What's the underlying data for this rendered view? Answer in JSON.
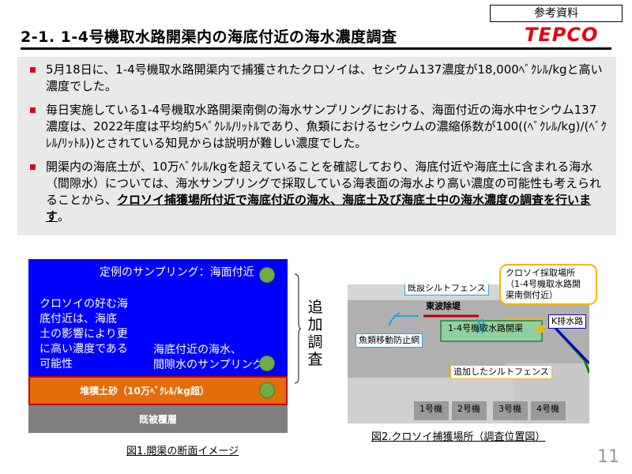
{
  "header": {
    "ref_label": "参考資料",
    "title": "2-1.  1-4号機取水路開渠内の海底付近の海水濃度調査",
    "logo": "TEPCO"
  },
  "bullets": {
    "b1": "5月18日に、1-4号機取水路開渠内で捕獲されたクロソイは、セシウム137濃度が18,000ﾍﾞｸﾚﾙ/kgと高い濃度でした。",
    "b2": "毎日実施している1-4号機取水路開渠南側の海水サンプリングにおける、海面付近の海水中セシウム137濃度は、2022年度は平均約5ﾍﾞｸﾚﾙ/ﾘｯﾄﾙであり、魚類におけるセシウムの濃縮係数が100((ﾍﾞｸﾚﾙ/kg)/(ﾍﾞｸﾚﾙ/ﾘｯﾄﾙ))とされている知見からは説明が難しい濃度でした。",
    "b3_plain": "開渠内の海底土が、10万ﾍﾞｸﾚﾙ/kgを超えていることを確認しており、海底付近や海底土に含まれる海水（間隙水）については、海水サンプリングで採取している海表面の海水より高い濃度の可能性も考えられることから、",
    "b3_bold": "クロソイ捕獲場所付近で海底付近の海水、海底土及び海底土中の海水濃度の調査を行います",
    "b3_end": "。"
  },
  "fig1": {
    "surface_sampling": "定例のサンプリング：海面付近",
    "fish_text_1": "クロソイの好む海",
    "fish_text_2": "底付近は、海底",
    "fish_text_3": "土の影響により更",
    "fish_text_4": "に高い濃度である",
    "fish_text_5": "可能性",
    "bottom_sampling_1": "海底付近の海水、",
    "bottom_sampling_2": "間隙水のサンプリング",
    "soil_label": "堆積土砂（10万ﾍﾞｸﾚﾙ/kg超）",
    "base_label": "既被覆層",
    "side_label_1": "追",
    "side_label_2": "加",
    "side_label_3": "調",
    "side_label_4": "査",
    "caption": "図1.開渠の断面イメージ"
  },
  "fig2": {
    "silt_existing": "既設シルトフェンス",
    "east_breakwater": "東波除堤",
    "channel": "1-4号機取水路開渠",
    "fish_net": "魚類移動防止網",
    "k_drain": "K排水路",
    "capture_1": "クロソイ採取場所",
    "capture_2": "（1-4号機取水路開",
    "capture_3": "渠南側付近）",
    "silt_added": "追加したシルトフェンス",
    "unit1": "1号機",
    "unit2": "2号機",
    "unit3": "3号機",
    "unit4": "4号機",
    "caption": "図2.クロソイ捕獲場所（調査位置図）"
  },
  "page": {
    "number": "11"
  },
  "colors": {
    "accent_red": "#d9001b",
    "water_blue": "#0000ff",
    "soil_orange": "#e46c0a",
    "dot_green": "#70ad47"
  }
}
